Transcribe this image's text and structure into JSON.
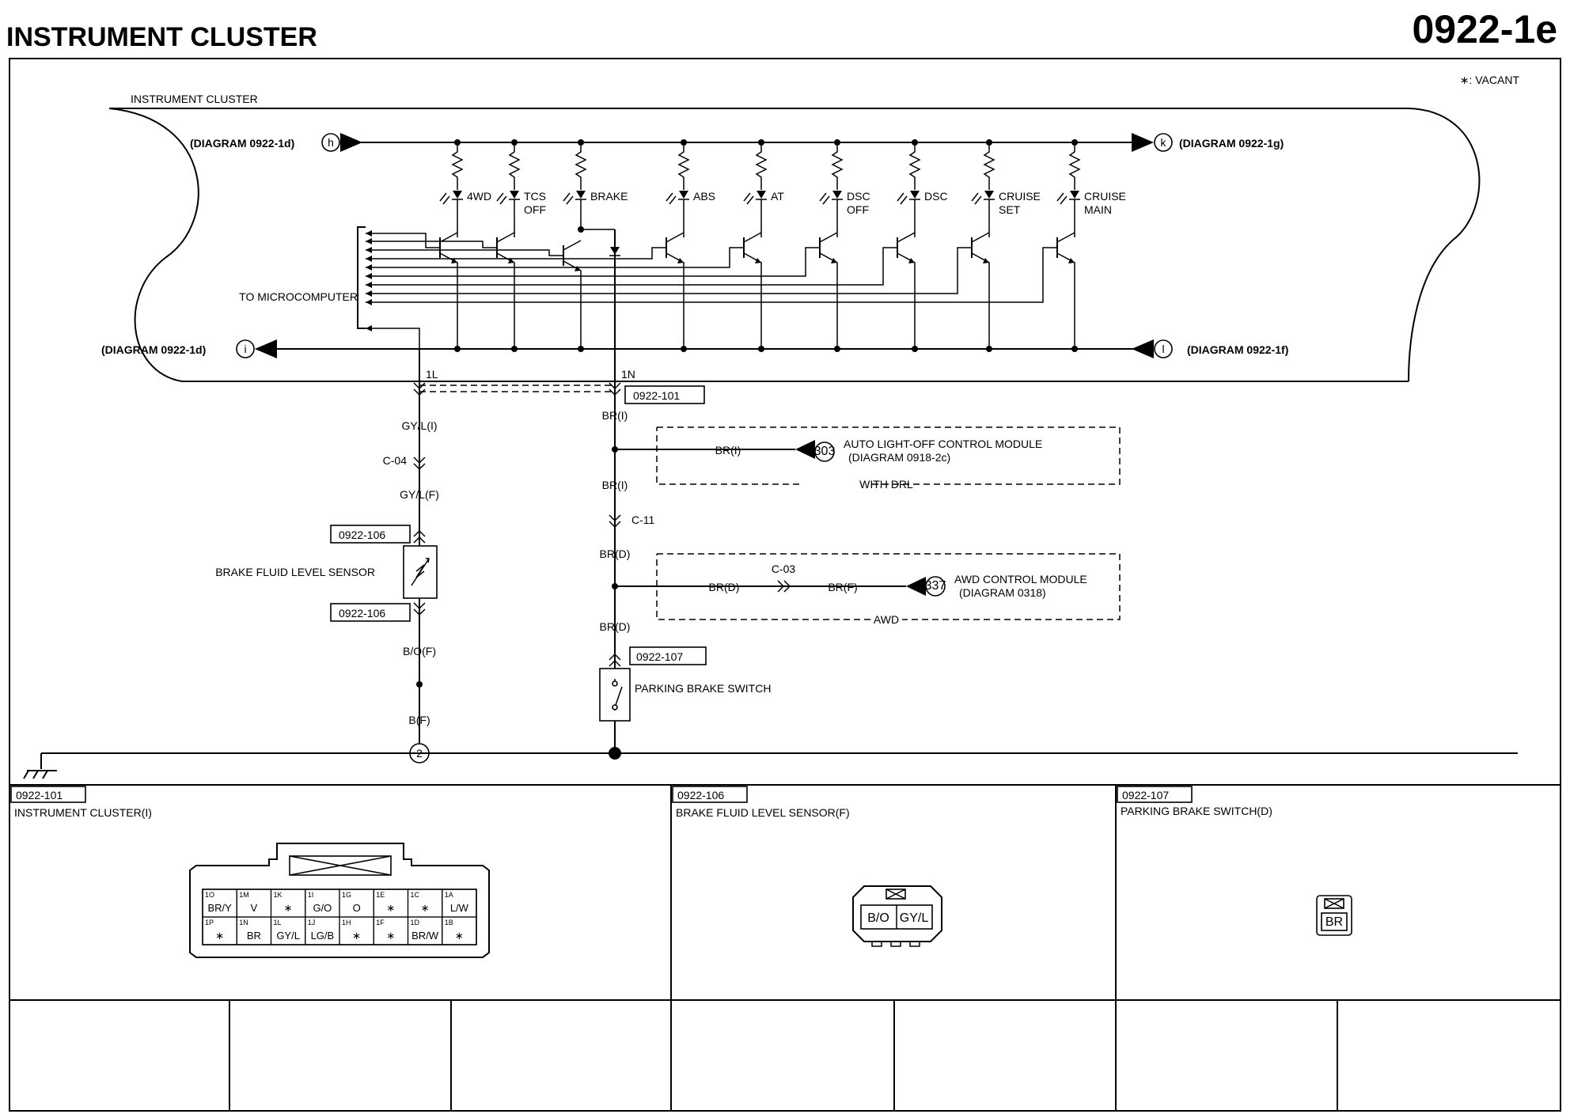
{
  "header": {
    "title": "INSTRUMENT CLUSTER",
    "diagram_number": "0922-1e"
  },
  "legend": {
    "vacant_note": "∗: VACANT"
  },
  "cluster": {
    "label": "INSTRUMENT CLUSTER",
    "microcomputer_label": "TO MICROCOMPUTER",
    "indicators": [
      {
        "line1": "4WD",
        "line2": ""
      },
      {
        "line1": "TCS",
        "line2": "OFF"
      },
      {
        "line1": "BRAKE",
        "line2": ""
      },
      {
        "line1": "ABS",
        "line2": ""
      },
      {
        "line1": "AT",
        "line2": ""
      },
      {
        "line1": "DSC",
        "line2": "OFF"
      },
      {
        "line1": "DSC",
        "line2": ""
      },
      {
        "line1": "CRUISE",
        "line2": "SET"
      },
      {
        "line1": "CRUISE",
        "line2": "MAIN"
      }
    ],
    "ref_h": {
      "text": "(DIAGRAM 0922-1d)",
      "letter": "h"
    },
    "ref_k": {
      "text": "(DIAGRAM 0922-1g)",
      "letter": "k"
    },
    "ref_i": {
      "text": "(DIAGRAM 0922-1d)",
      "letter": "i"
    },
    "ref_l": {
      "text": "(DIAGRAM 0922-1f)",
      "letter": "l"
    },
    "pin_1l": "1L",
    "pin_1n": "1N",
    "connector_ref": "0922-101"
  },
  "left_branch": {
    "wire_top": "GY/L(I)",
    "connector": "C-04",
    "wire_mid": "GY/L(F)",
    "sensor_ref_top": "0922-106",
    "sensor_label": "BRAKE FLUID LEVEL SENSOR",
    "sensor_ref_bottom": "0922-106",
    "wire_bottom": "B/O(F)",
    "wire_ground": "B(F)",
    "ground_point": "2"
  },
  "right_branch": {
    "wire_1": "BR(I)",
    "drl_wire": "BR(I)",
    "drl_badge": "303",
    "drl_module": "AUTO LIGHT-OFF CONTROL MODULE",
    "drl_diagram": "(DIAGRAM 0918-2c)",
    "drl_condition": "WITH DRL",
    "wire_2": "BR(I)",
    "connector_c11": "C-11",
    "wire_3": "BR(D)",
    "awd_wire_1": "BR(D)",
    "awd_connector": "C-03",
    "awd_wire_2": "BR(F)",
    "awd_badge": "337",
    "awd_module": "AWD CONTROL MODULE",
    "awd_diagram": "(DIAGRAM 0318)",
    "awd_condition": "AWD",
    "wire_4": "BR(D)",
    "switch_ref": "0922-107",
    "switch_label": "PARKING BRAKE SWITCH"
  },
  "connectors": [
    {
      "ref": "0922-101",
      "title": "INSTRUMENT CLUSTER(I)",
      "row1": [
        {
          "pin": "1O",
          "wire": "BR/Y"
        },
        {
          "pin": "1M",
          "wire": "V"
        },
        {
          "pin": "1K",
          "wire": "∗"
        },
        {
          "pin": "1I",
          "wire": "G/O"
        },
        {
          "pin": "1G",
          "wire": "O"
        },
        {
          "pin": "1E",
          "wire": "∗"
        },
        {
          "pin": "1C",
          "wire": "∗"
        },
        {
          "pin": "1A",
          "wire": "L/W"
        }
      ],
      "row2": [
        {
          "pin": "1P",
          "wire": "∗"
        },
        {
          "pin": "1N",
          "wire": "BR"
        },
        {
          "pin": "1L",
          "wire": "GY/L"
        },
        {
          "pin": "1J",
          "wire": "LG/B"
        },
        {
          "pin": "1H",
          "wire": "∗"
        },
        {
          "pin": "1F",
          "wire": "∗"
        },
        {
          "pin": "1D",
          "wire": "BR/W"
        },
        {
          "pin": "1B",
          "wire": "∗"
        }
      ]
    },
    {
      "ref": "0922-106",
      "title": "BRAKE FLUID LEVEL SENSOR(F)",
      "pins": [
        "B/O",
        "GY/L"
      ]
    },
    {
      "ref": "0922-107",
      "title": "PARKING BRAKE SWITCH(D)",
      "pins": [
        "BR"
      ]
    }
  ]
}
